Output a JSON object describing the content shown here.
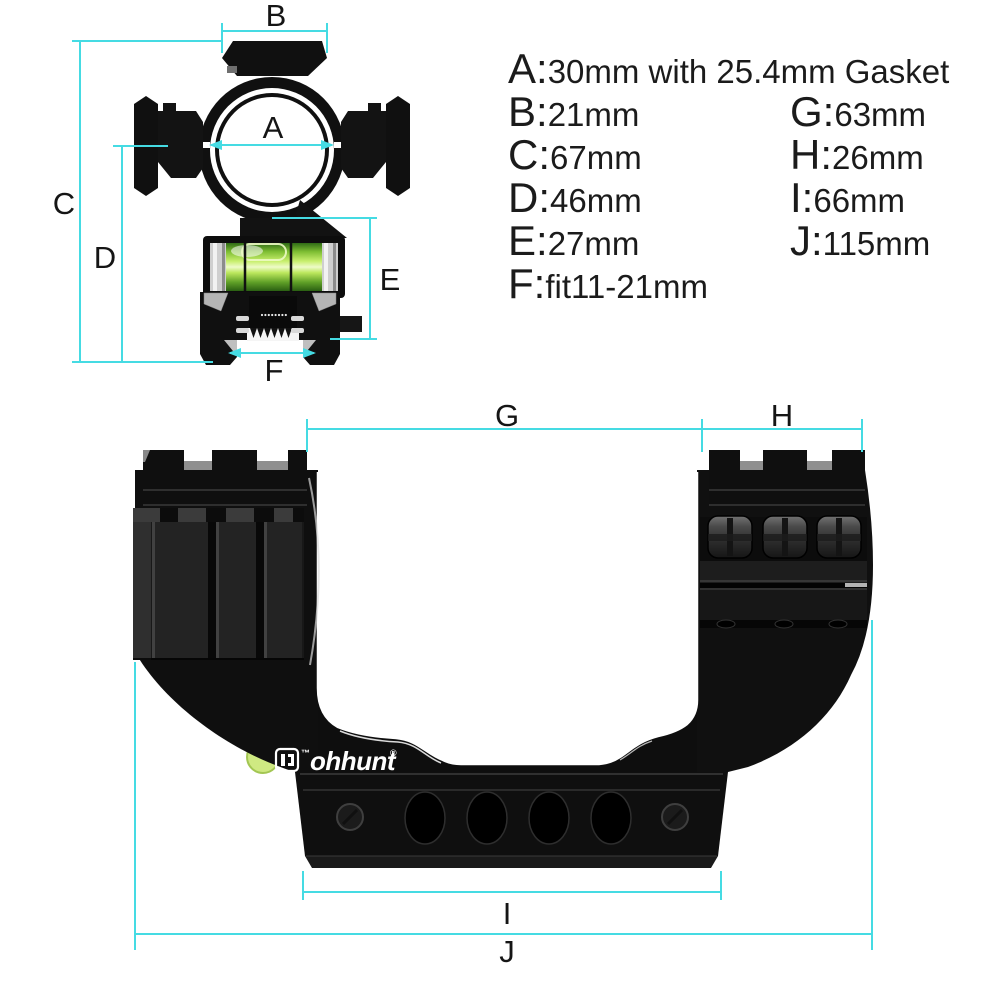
{
  "image_type": "scope mount product dimension diagram",
  "colors": {
    "background": "#ffffff",
    "dimension_line": "#45dbe3",
    "text": "#1b1b1b",
    "product_black": "#101010",
    "level_green": "#c9ef6e",
    "metal_silver": "#bfbfbf",
    "logo_white": "#ffffff"
  },
  "brand": {
    "name": "ohhunt",
    "trademark": "™",
    "registered": "®",
    "logo_icon": "ohhunt-rounded-square-logo"
  },
  "spec_list": {
    "items": [
      {
        "key": "A:",
        "value": "30mm with 25.4mm Gasket"
      },
      {
        "key": "B:",
        "value": "21mm"
      },
      {
        "key": "C:",
        "value": "67mm"
      },
      {
        "key": "D:",
        "value": "46mm"
      },
      {
        "key": "E:",
        "value": "27mm"
      },
      {
        "key": "F:",
        "value": "fit11-21mm"
      },
      {
        "key": "G:",
        "value": "63mm"
      },
      {
        "key": "H:",
        "value": "26mm"
      },
      {
        "key": "I:",
        "value": "66mm"
      },
      {
        "key": "J:",
        "value": "115mm"
      }
    ]
  },
  "front_view": {
    "dim_labels": {
      "a": "A",
      "b": "B",
      "c": "C",
      "d": "D",
      "e": "E",
      "f": "F"
    }
  },
  "side_view": {
    "dim_labels": {
      "g": "G",
      "h": "H",
      "i": "I",
      "j": "J"
    }
  }
}
